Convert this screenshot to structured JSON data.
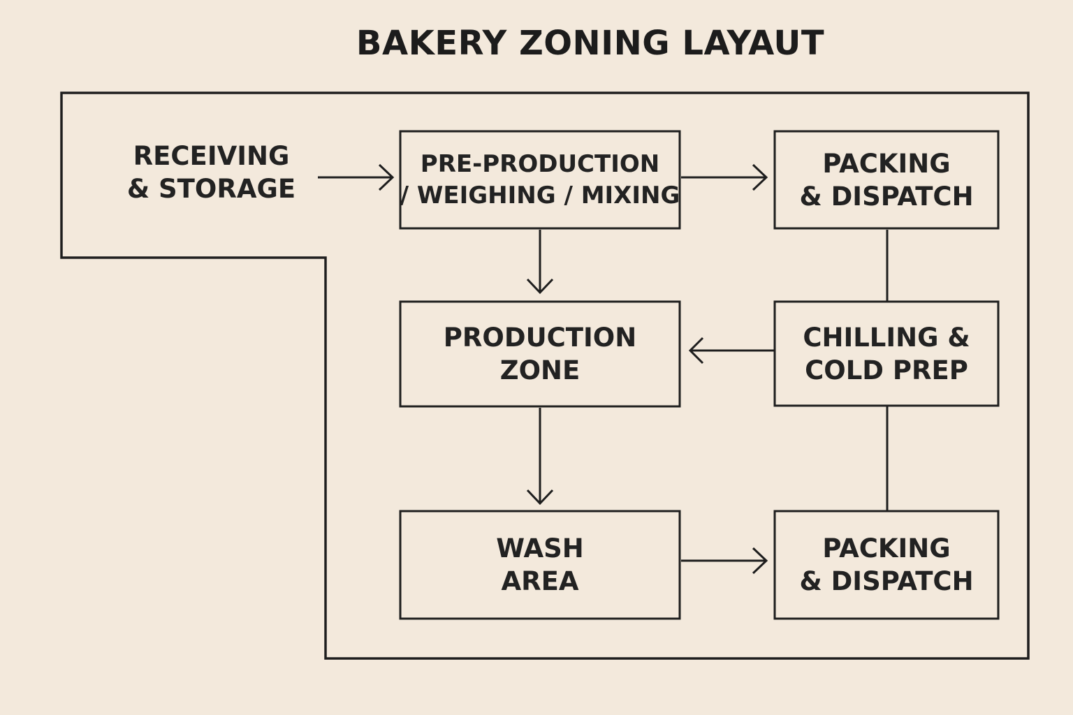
{
  "title": "BAKERY ZONING LAYAUT",
  "colors": {
    "background": "#f3e9dc",
    "stroke": "#1e1e1e",
    "text": "#1c1c1c"
  },
  "zones": {
    "receiving": {
      "line1": "RECEIVING",
      "line2": "& STORAGE"
    },
    "pre_production": {
      "line1": "PRE-PRODUCTION",
      "line2": "/ WEIGHING / MIXING"
    },
    "packing_top": {
      "line1": "PACKING",
      "line2": "& DISPATCH"
    },
    "production": {
      "line1": "PRODUCTION",
      "line2": "ZONE"
    },
    "chilling": {
      "line1": "CHILLING &",
      "line2": "COLD PREP"
    },
    "wash": {
      "line1": "WASH",
      "line2": "AREA"
    },
    "packing_bottom": {
      "line1": "PACKING",
      "line2": "& DISPATCH"
    }
  }
}
